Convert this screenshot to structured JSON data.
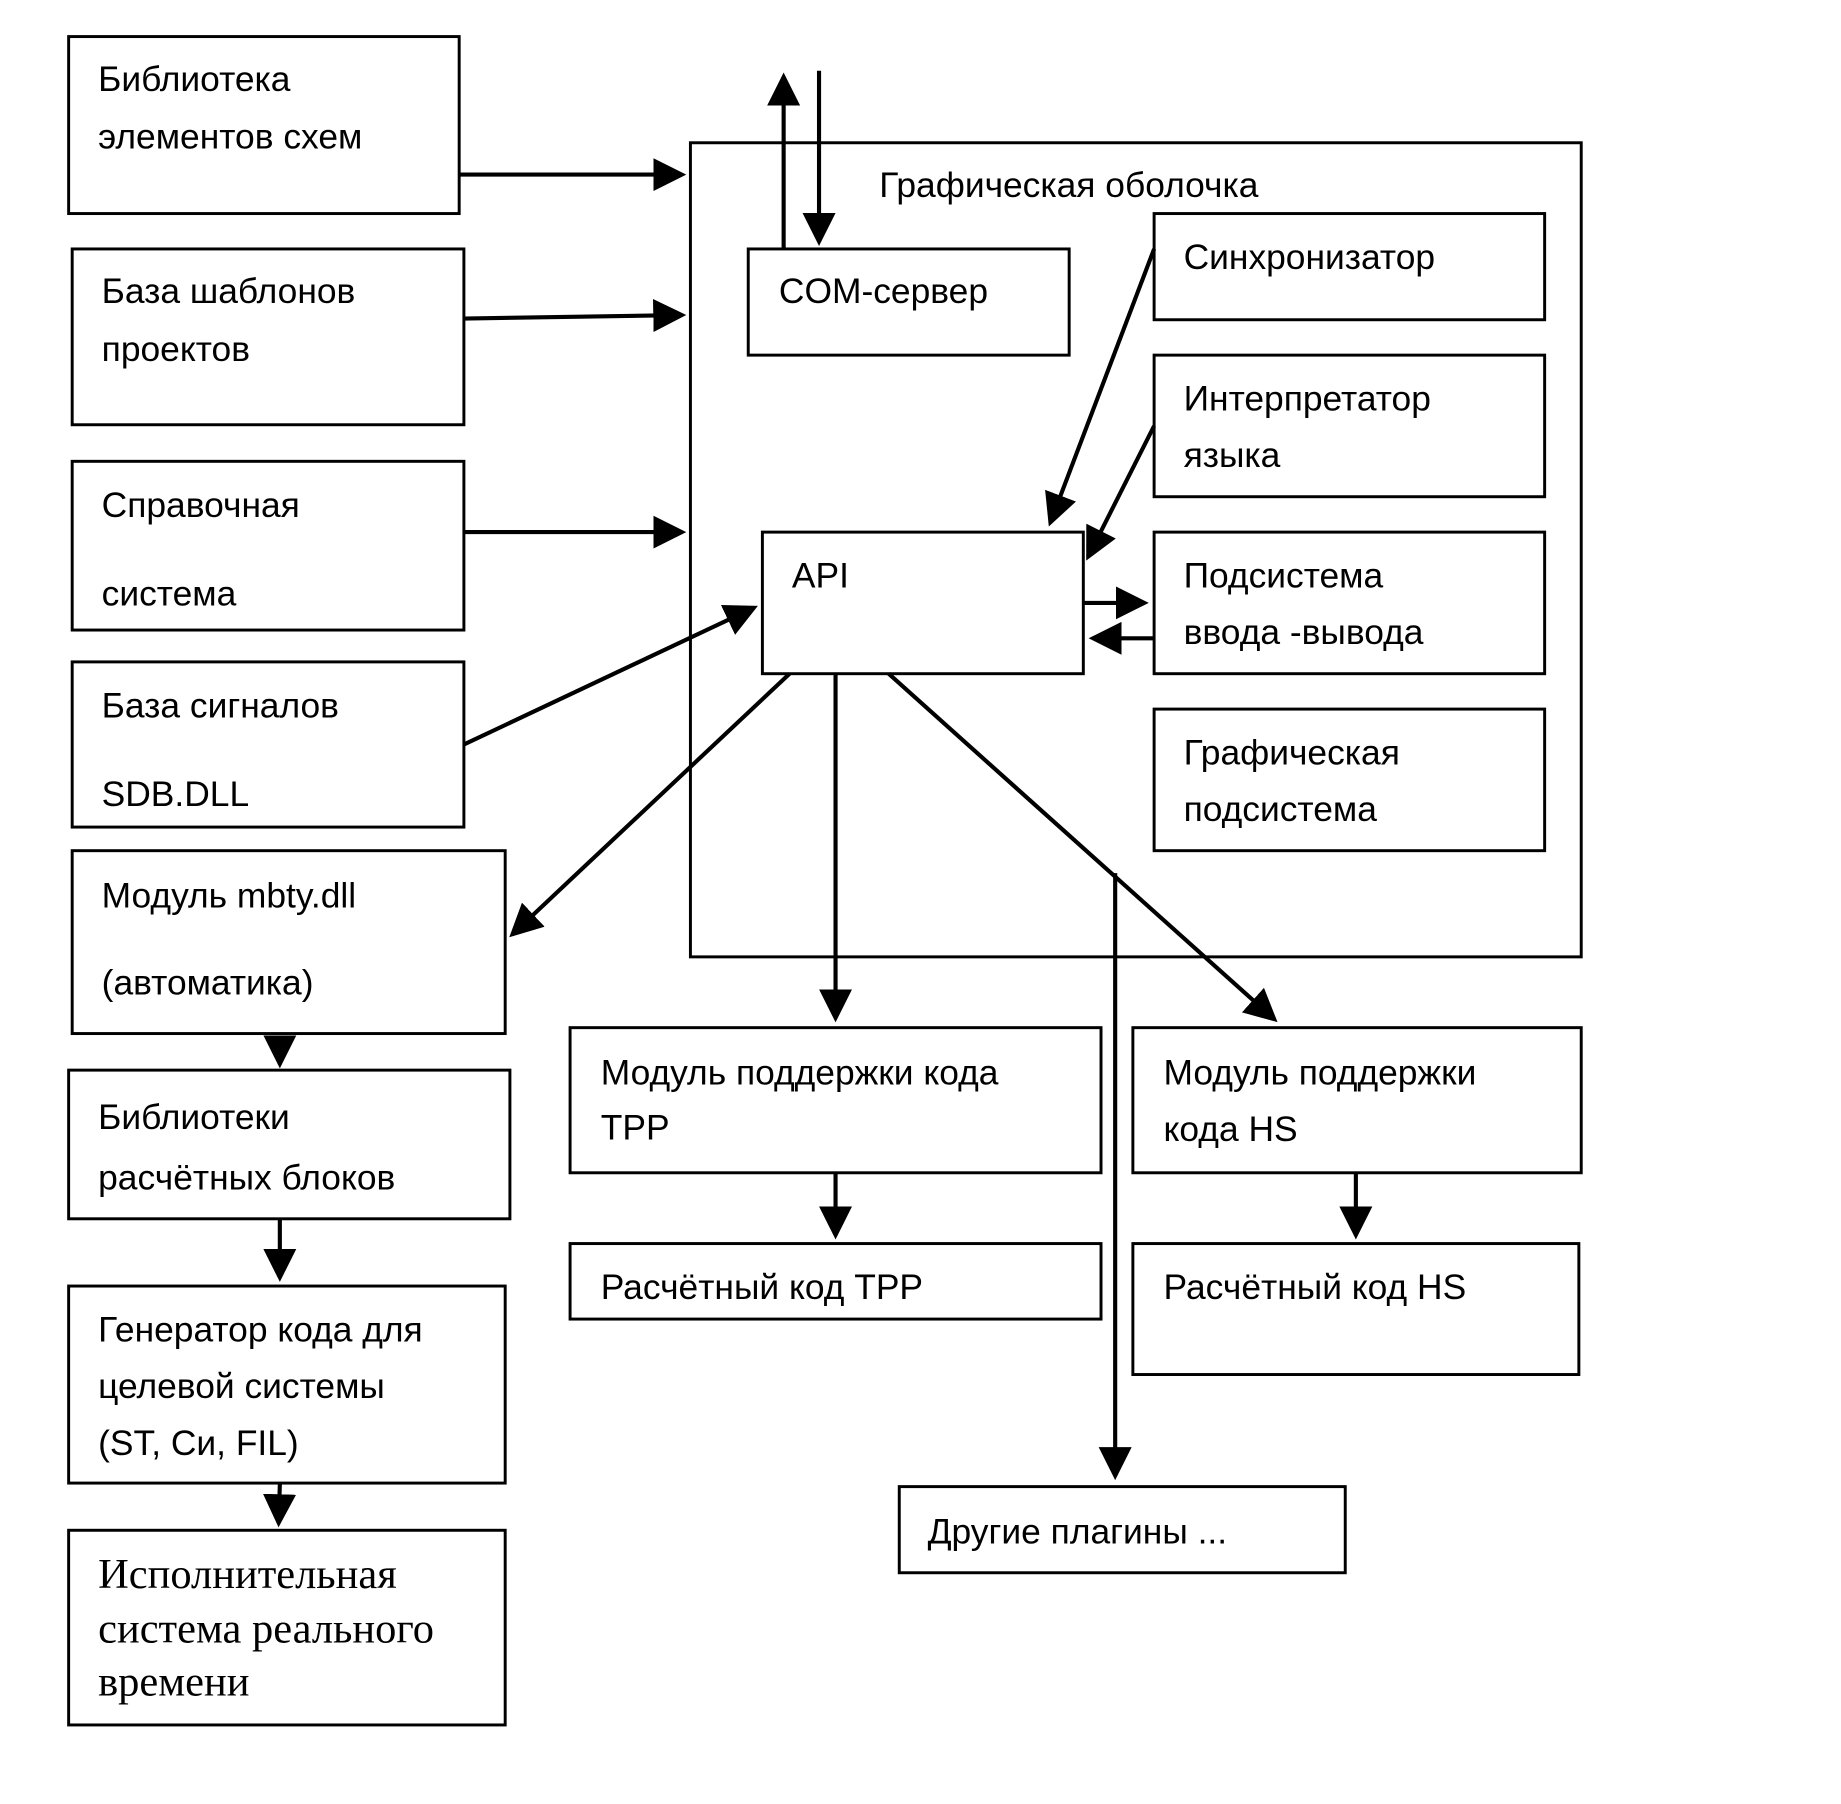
{
  "diagram": {
    "shell": {
      "label": "Графическая оболочка"
    },
    "com_server": {
      "label": "COM-сервер"
    },
    "api": {
      "label": "API"
    },
    "synchronizer": {
      "label": "Синхронизатор"
    },
    "interpreter": {
      "line1": "Интерпретатор",
      "line2": "языка"
    },
    "io": {
      "line1": "Подсистема",
      "line2": "ввода -вывода"
    },
    "graphics": {
      "line1": "Графическая",
      "line2": "подсистема"
    },
    "lib_elements": {
      "line1": "Библиотека",
      "line2": "элементов схем"
    },
    "templates": {
      "line1": "База шаблонов",
      "line2": "проектов"
    },
    "help": {
      "line1": "Справочная",
      "line2": "система"
    },
    "signals": {
      "line1": "База сигналов",
      "line2": "SDB.DLL"
    },
    "mbty": {
      "line1": "Модуль mbty.dll",
      "line2": "(автоматика)"
    },
    "calc_libs": {
      "line1": "Библиотеки",
      "line2": "расчётных блоков"
    },
    "codegen": {
      "line1": "Генератор кода для",
      "line2": "целевой системы",
      "line3": "(ST, Си, FIL)"
    },
    "rts": {
      "line1": "Исполнительная",
      "line2": "система реального",
      "line3": "времени"
    },
    "trp_module": {
      "line1": "Модуль поддержки кода",
      "line2": "TPP"
    },
    "trp_code": {
      "label": "Расчётный код TPP"
    },
    "hs_module": {
      "line1": "Модуль поддержки",
      "line2": "кода HS"
    },
    "hs_code": {
      "label": "Расчётный код HS"
    },
    "plugins": {
      "label": "Другие плагины ..."
    }
  }
}
